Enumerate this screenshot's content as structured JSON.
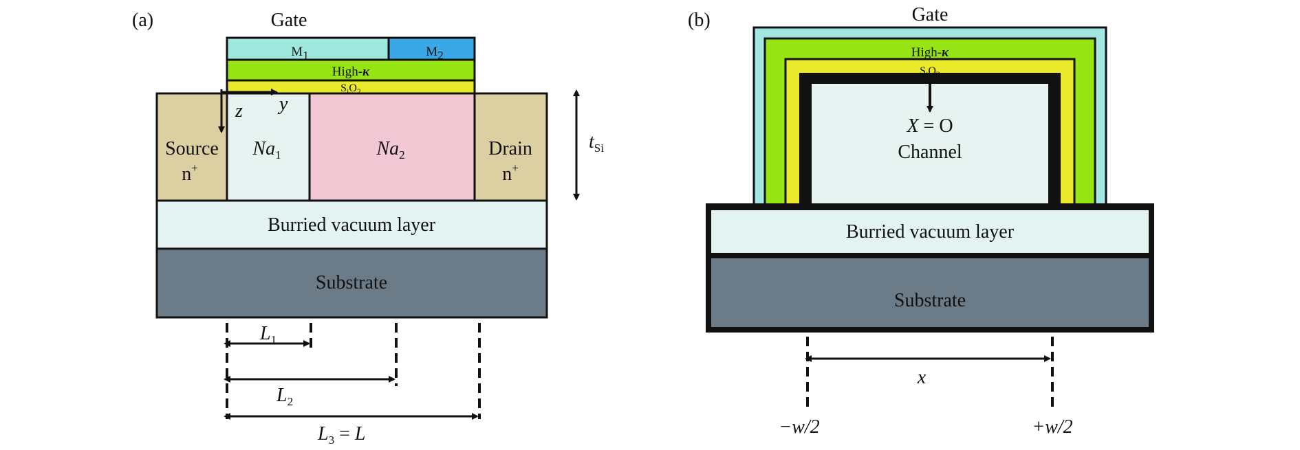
{
  "panel_a": {
    "label": "(a)",
    "gate_label": "Gate",
    "m1": "M",
    "m1_sub": "1",
    "m2": "M",
    "m2_sub": "2",
    "high_k": "High-",
    "kappa": "κ",
    "oxide": "S",
    "oxide_sub": "i",
    "oxide_tail": "O",
    "oxide_sub2": "2",
    "axis_z": "z",
    "axis_y": "y",
    "source": "Source",
    "source_doping": "n",
    "source_doping_sup": "+",
    "drain": "Drain",
    "drain_doping": "n",
    "drain_doping_sup": "+",
    "na1": "Na",
    "na1_sub": "1",
    "na2": "Na",
    "na2_sub": "2",
    "tsi": "t",
    "tsi_sub": "Si",
    "buried_layer": "Burried vacuum layer",
    "substrate": "Substrate",
    "l1": "L",
    "l1_sub": "1",
    "l2": "L",
    "l2_sub": "2",
    "l3": "L",
    "l3_sub": "3",
    "l3_tail": " = ",
    "l3_eq": "L"
  },
  "panel_b": {
    "label": "(b)",
    "gate_label": "Gate",
    "high_k": "High-",
    "kappa": "κ",
    "oxide": "S",
    "oxide_sub": "i",
    "oxide_tail": "O",
    "oxide_sub2": "2",
    "x_eq": "X",
    "x_eq_tail": " = O",
    "channel": "Channel",
    "buried_layer": "Burried vacuum layer",
    "substrate": "Substrate",
    "x": "x",
    "minus_w": "−w/2",
    "plus_w": "+w/2"
  },
  "colors": {
    "metal1": "#9fe8de",
    "metal2": "#3aa7e6",
    "high_k": "#96e414",
    "oxide": "#eaea2a",
    "source_drain": "#dcd0a2",
    "channel_na1": "#e6f3f1",
    "channel_na2": "#f1c8d4",
    "buried": "#e3f3f1",
    "substrate": "#6b7b88",
    "gate_cyan": "#a3e7e1"
  }
}
